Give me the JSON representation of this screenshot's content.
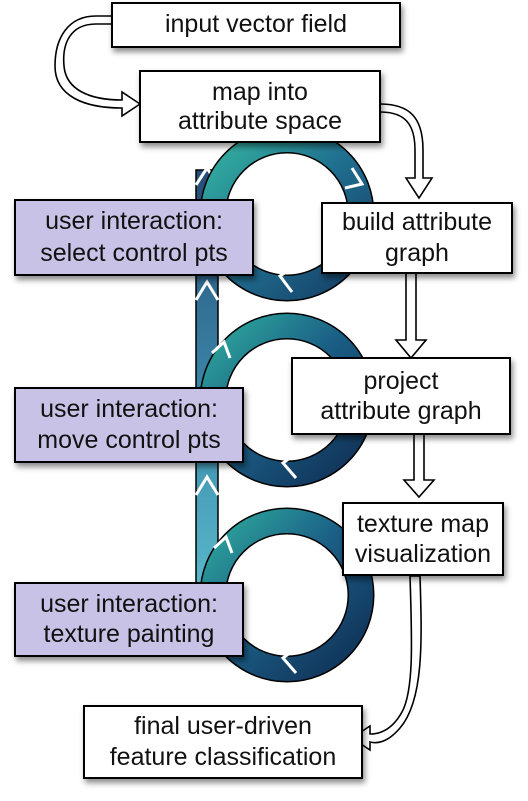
{
  "boxes": {
    "input": [
      "input vector field"
    ],
    "map": [
      "map into",
      "attribute space"
    ],
    "build": [
      "build attribute",
      "graph"
    ],
    "project": [
      "project",
      "attribute graph"
    ],
    "texture_map": [
      "texture map",
      "visualization"
    ],
    "final": [
      "final user-driven",
      "feature classification"
    ],
    "ui_select": [
      "user interaction:",
      "select control pts"
    ],
    "ui_move": [
      "user interaction:",
      "move control pts"
    ],
    "ui_paint": [
      "user interaction:",
      "texture painting"
    ]
  },
  "colors": {
    "process_box_fill": "#ffffff",
    "interaction_box_fill": "#c8c3e6",
    "outline": "#000000",
    "loop_teal": "#2aa79b",
    "loop_navy": "#1d4e73",
    "column_light": "#4fb3c4",
    "column_dark": "#2c5a82"
  }
}
